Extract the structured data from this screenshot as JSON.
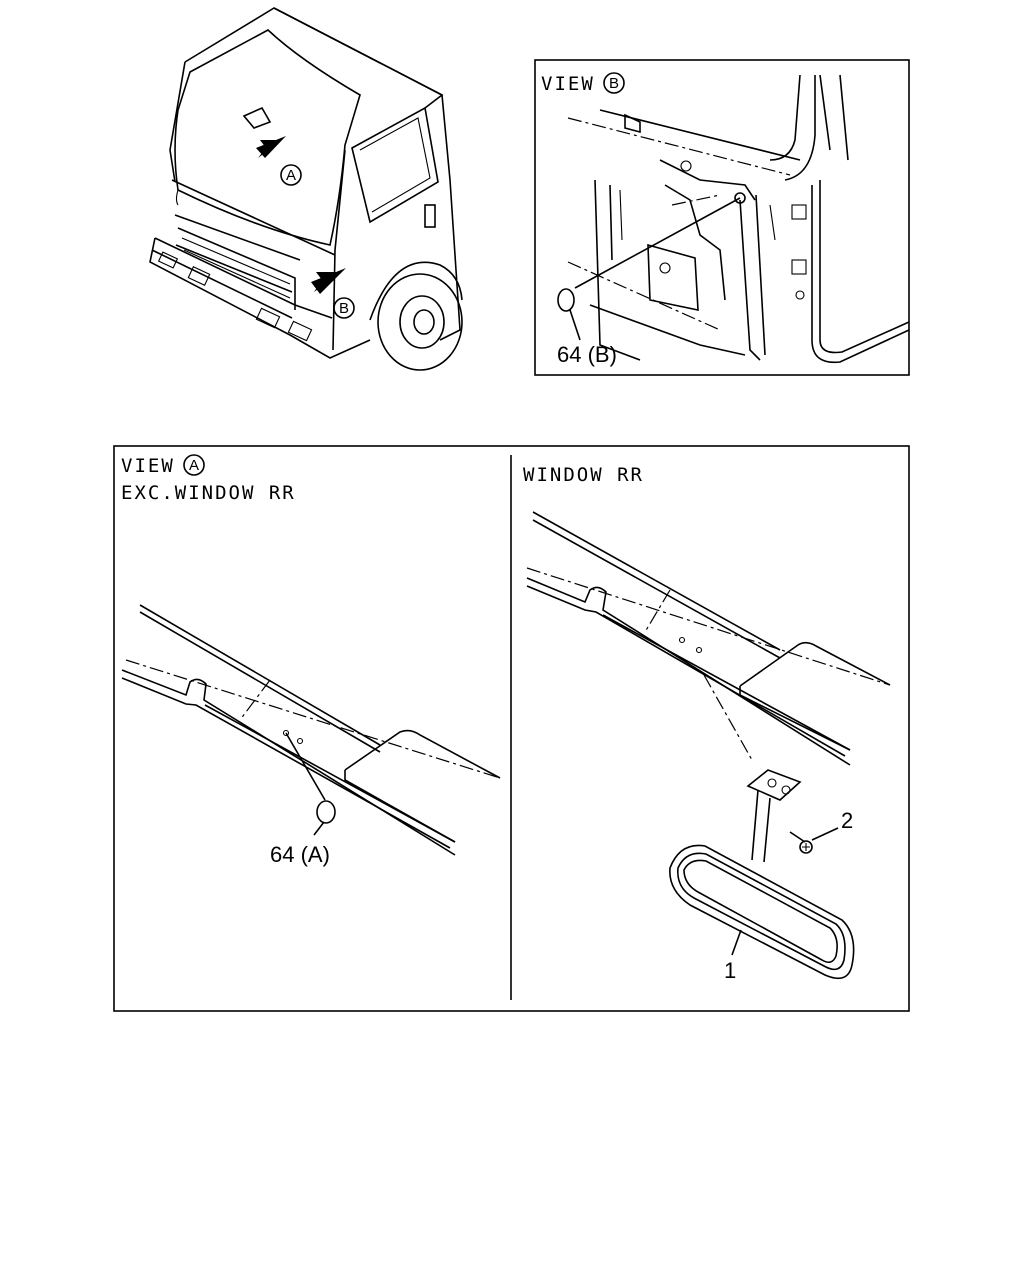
{
  "overview": {
    "marker_a": "A",
    "marker_b": "B"
  },
  "view_b": {
    "title": "VIEW",
    "marker": "B",
    "callout": "64 (B)"
  },
  "view_a": {
    "title": "VIEW",
    "marker": "A",
    "subtitle": "EXC.WINDOW RR",
    "callout": "64 (A)"
  },
  "window_rr": {
    "title": "WINDOW RR",
    "callout_mirror": "1",
    "callout_screw": "2"
  }
}
